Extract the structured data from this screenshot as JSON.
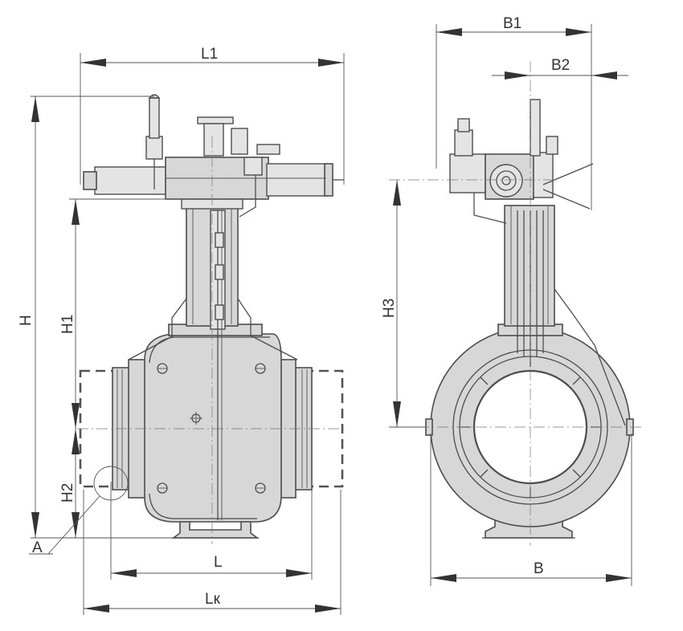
{
  "labels": {
    "L1": "L1",
    "H": "H",
    "H1": "H1",
    "H2": "H2",
    "L": "L",
    "Lk": "Lк",
    "A": "A",
    "B1": "B1",
    "B2": "B2",
    "H3": "H3",
    "B": "B"
  },
  "colors": {
    "body_fill": "#d7d7d7",
    "outline": "#4d4d4d",
    "dimension": "#555555"
  }
}
